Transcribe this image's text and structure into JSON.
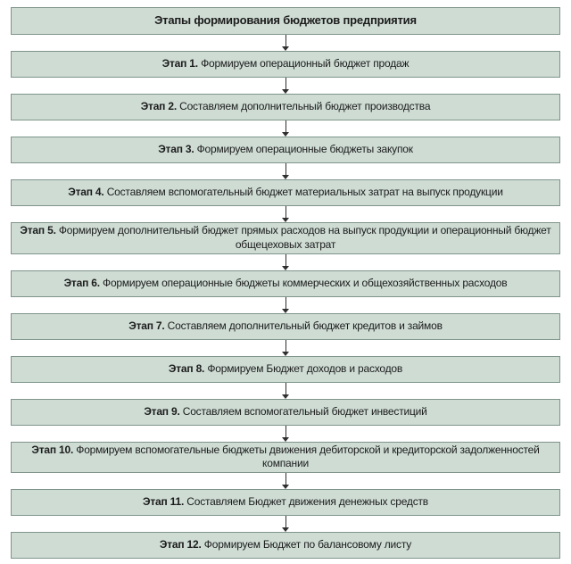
{
  "title": "Этапы формирования бюджетов предприятия",
  "colors": {
    "box_fill": "#cedcd4",
    "box_border": "#7f948b",
    "arrow": "#2f2f2f",
    "text": "#1c1c1c",
    "background": "#ffffff"
  },
  "stages": [
    {
      "prefix": "Этап 1.",
      "text": "Формируем операционный бюджет продаж"
    },
    {
      "prefix": "Этап 2.",
      "text": "Составляем дополнительный бюджет производства"
    },
    {
      "prefix": "Этап 3.",
      "text": "Формируем операционные бюджеты закупок"
    },
    {
      "prefix": "Этап 4.",
      "text": "Составляем вспомогательный бюджет материальных затрат на выпуск продукции"
    },
    {
      "prefix": "Этап 5.",
      "text": "Формируем дополнительный бюджет прямых расходов на выпуск продукции и операционный бюджет общецеховых затрат"
    },
    {
      "prefix": "Этап 6.",
      "text": "Формируем операционные бюджеты коммерческих и общехозяйственных расходов"
    },
    {
      "prefix": "Этап 7.",
      "text": "Составляем дополнительный бюджет кредитов и займов"
    },
    {
      "prefix": "Этап 8.",
      "text": "Формируем Бюджет доходов и расходов"
    },
    {
      "prefix": "Этап 9.",
      "text": "Составляем вспомогательный бюджет инвестиций"
    },
    {
      "prefix": "Этап 10.",
      "text": "Формируем вспомогательные бюджеты движения дебиторской и кредиторской задолженностей компании"
    },
    {
      "prefix": "Этап 11.",
      "text": "Составляем Бюджет движения денежных средств"
    },
    {
      "prefix": "Этап 12.",
      "text": "Формируем Бюджет по балансовому листу"
    }
  ]
}
